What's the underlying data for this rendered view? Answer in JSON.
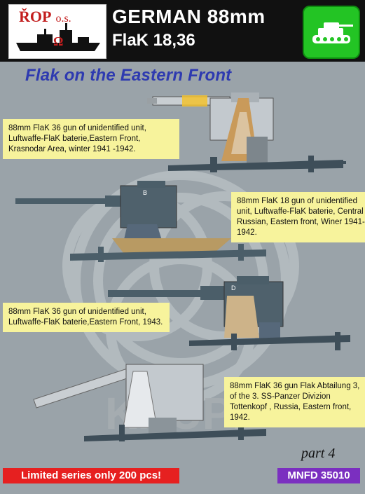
{
  "header": {
    "logo_text": "ŘOP",
    "logo_suffix": "o.s.",
    "title_line1": "GERMAN 88mm",
    "title_line2": "FlaK 18,36"
  },
  "subtitle": "Flak on the Eastern Front",
  "captions": [
    "88mm FlaK 36 gun of unidentified unit, Luftwaffe-FlaK baterie,Eastern Front, Krasnodar Area, winter 1941 -1942.",
    "88mm FlaK 18 gun of unidentified unit, Luftwaffe-FlaK baterie, Central Russian, Eastern front, Winer 1941-1942.",
    "88mm FlaK 36 gun of unidentified unit, Luftwaffe-FlaK baterie,Eastern Front, 1943.",
    "88mm FlaK 36 gun Flak Abtailung 3, of the 3. SS-Panzer Divizion Tottenkopf , Russia, Eastern front, 1942."
  ],
  "watermark": "KRUPP",
  "gun_markings": [
    "B",
    "D"
  ],
  "footer": {
    "part": "part 4",
    "limited": "Limited series only 200 pcs!",
    "code": "MNFD 35010"
  },
  "colors": {
    "header_bg": "#111111",
    "badge_green": "#23c424",
    "subtitle_blue": "#2e3ab0",
    "caption_bg": "#f7f39c",
    "limited_red": "#e62020",
    "code_purple": "#7b2fc0",
    "gun_grey": "#4b5e69"
  }
}
